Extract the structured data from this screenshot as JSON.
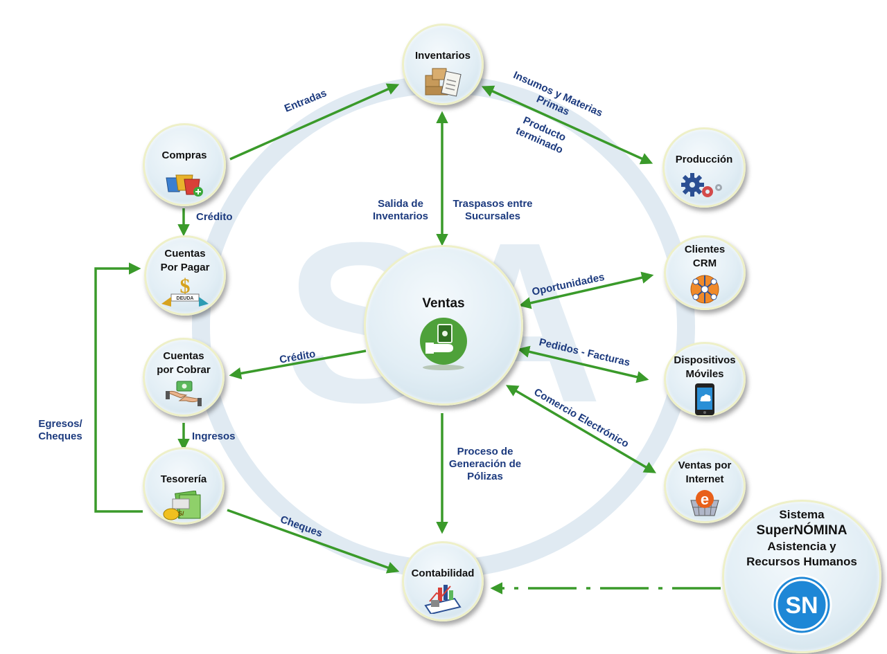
{
  "nodes": {
    "inventarios": "Inventarios",
    "compras": "Compras",
    "produccion": "Producción",
    "cuentas_pagar": "Cuentas\nPor Pagar",
    "clientes": "Clientes\nCRM",
    "ventas": "Ventas",
    "cuentas_cobrar": "Cuentas\npor  Cobrar",
    "dispositivos": "Dispositivos\nMóviles",
    "tesoreria": "Tesorería",
    "ventas_internet": "Ventas por\nInternet",
    "contabilidad": "Contabilidad"
  },
  "supernomina": {
    "line1": "Sistema",
    "line2": "SuperNÓMINA",
    "line3": "Asistencia y",
    "line4": "Recursos Humanos",
    "logo": "SN"
  },
  "icon_texts": {
    "deuda": "DEUDA"
  },
  "edge_labels": {
    "entradas": "Entradas",
    "insumos": "Insumos y Materias\nPrimas",
    "producto": "Producto\nterminado",
    "credito_compras": "Crédito",
    "salida": "Salida de\nInventarios",
    "traspasos": "Traspasos entre\nSucursales",
    "oportunidades": "Oportunidades",
    "credito_ventas": "Crédito",
    "pedidos": "Pedidos - Facturas",
    "egresos": "Egresos/\nCheques",
    "ingresos": "Ingresos",
    "comercio": "Comercio Electrónico",
    "poliza": "Proceso de\nGeneración de\nPólizas",
    "cheques": "Cheques"
  },
  "watermark": "SA",
  "colors": {
    "arrow": "#3a9a2a",
    "label": "#1c3a7e",
    "watermark": "#dfe9f1",
    "logo": "#1e87d6"
  }
}
